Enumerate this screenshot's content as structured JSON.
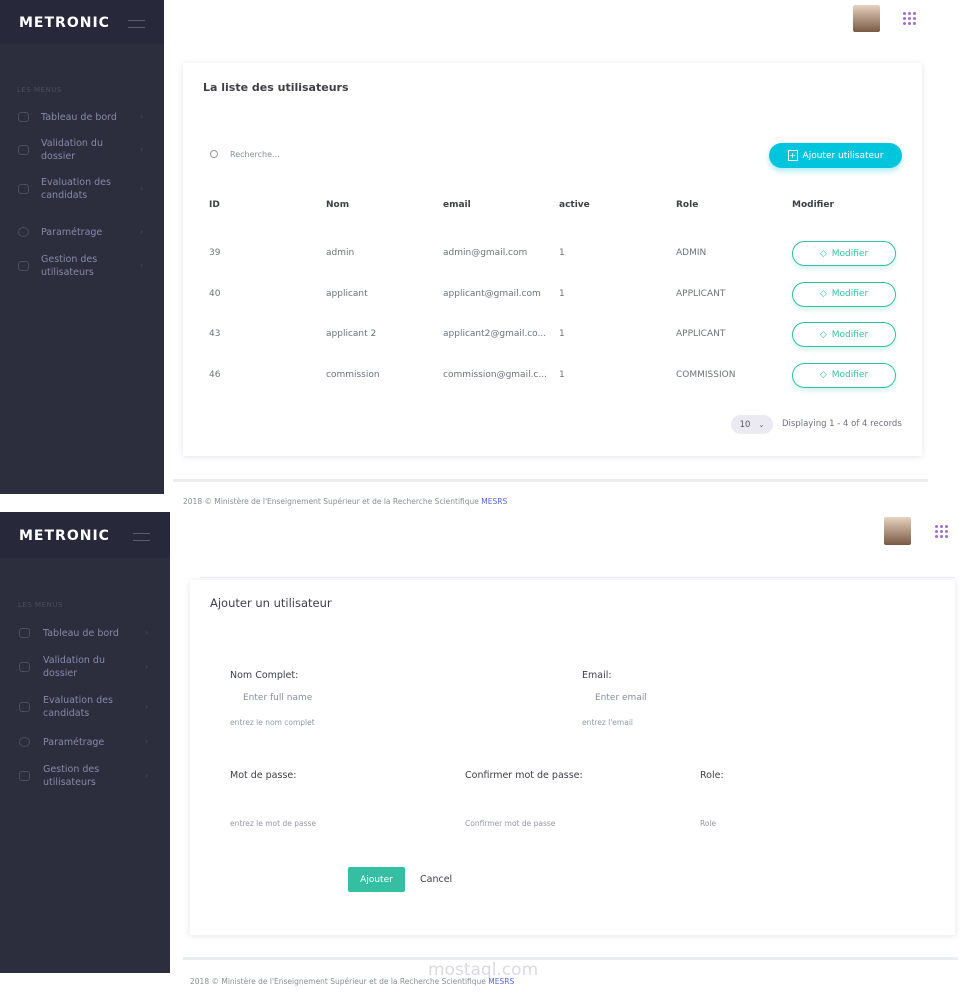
{
  "brand": "METRONIC",
  "sidebar": {
    "section": "LES MENUS",
    "items": [
      {
        "label": "Tableau de bord",
        "icon": "gauge-icon"
      },
      {
        "label": "Validation du dossier",
        "icon": "folder-icon"
      },
      {
        "label": "Evaluation des candidats",
        "icon": "pencil-icon"
      },
      {
        "label": "Paramétrage",
        "icon": "gear-icon"
      },
      {
        "label": "Gestion des utilisateurs",
        "icon": "users-icon"
      }
    ]
  },
  "list": {
    "title": "La liste des utilisateurs",
    "search_placeholder": "Recherche...",
    "add_button": "Ajouter utilisateur",
    "columns": [
      "ID",
      "Nom",
      "email",
      "active",
      "Role",
      "Modifier"
    ],
    "rows": [
      {
        "id": "39",
        "nom": "admin",
        "email": "admin@gmail.com",
        "active": "1",
        "role": "ADMIN",
        "action": "Modifier"
      },
      {
        "id": "40",
        "nom": "applicant",
        "email": "applicant@gmail.com",
        "active": "1",
        "role": "APPLICANT",
        "action": "Modifier"
      },
      {
        "id": "43",
        "nom": "applicant 2",
        "email": "applicant2@gmail.co...",
        "active": "1",
        "role": "APPLICANT",
        "action": "Modifier"
      },
      {
        "id": "46",
        "nom": "commission",
        "email": "commission@gmail.c...",
        "active": "1",
        "role": "COMMISSION",
        "action": "Modifier"
      }
    ],
    "page_size": "10",
    "displaying": "Displaying 1 - 4 of 4 records"
  },
  "form": {
    "title": "Ajouter un utilisateur",
    "name_label": "Nom Complet:",
    "name_placeholder": "Enter full name",
    "name_help": "entrez le nom complet",
    "email_label": "Email:",
    "email_placeholder": "Enter email",
    "email_help": "entrez l'email",
    "pwd_label": "Mot de passe:",
    "pwd_help": "entrez le mot de passe",
    "confirm_label": "Confirmer mot de passe:",
    "confirm_help": "Confirmer mot de passe",
    "role_label": "Role:",
    "role_help": "Role",
    "submit": "Ajouter",
    "cancel": "Cancel"
  },
  "footer": {
    "text": "2018 © Ministère de l'Enseignement Supérieur et de la Recherche Scientifique",
    "org": "MESRS"
  },
  "watermark": "mostaql.com",
  "colors": {
    "accent": "#00c5dc",
    "success": "#34bfa3",
    "sidebar": "#2c2e3e"
  }
}
